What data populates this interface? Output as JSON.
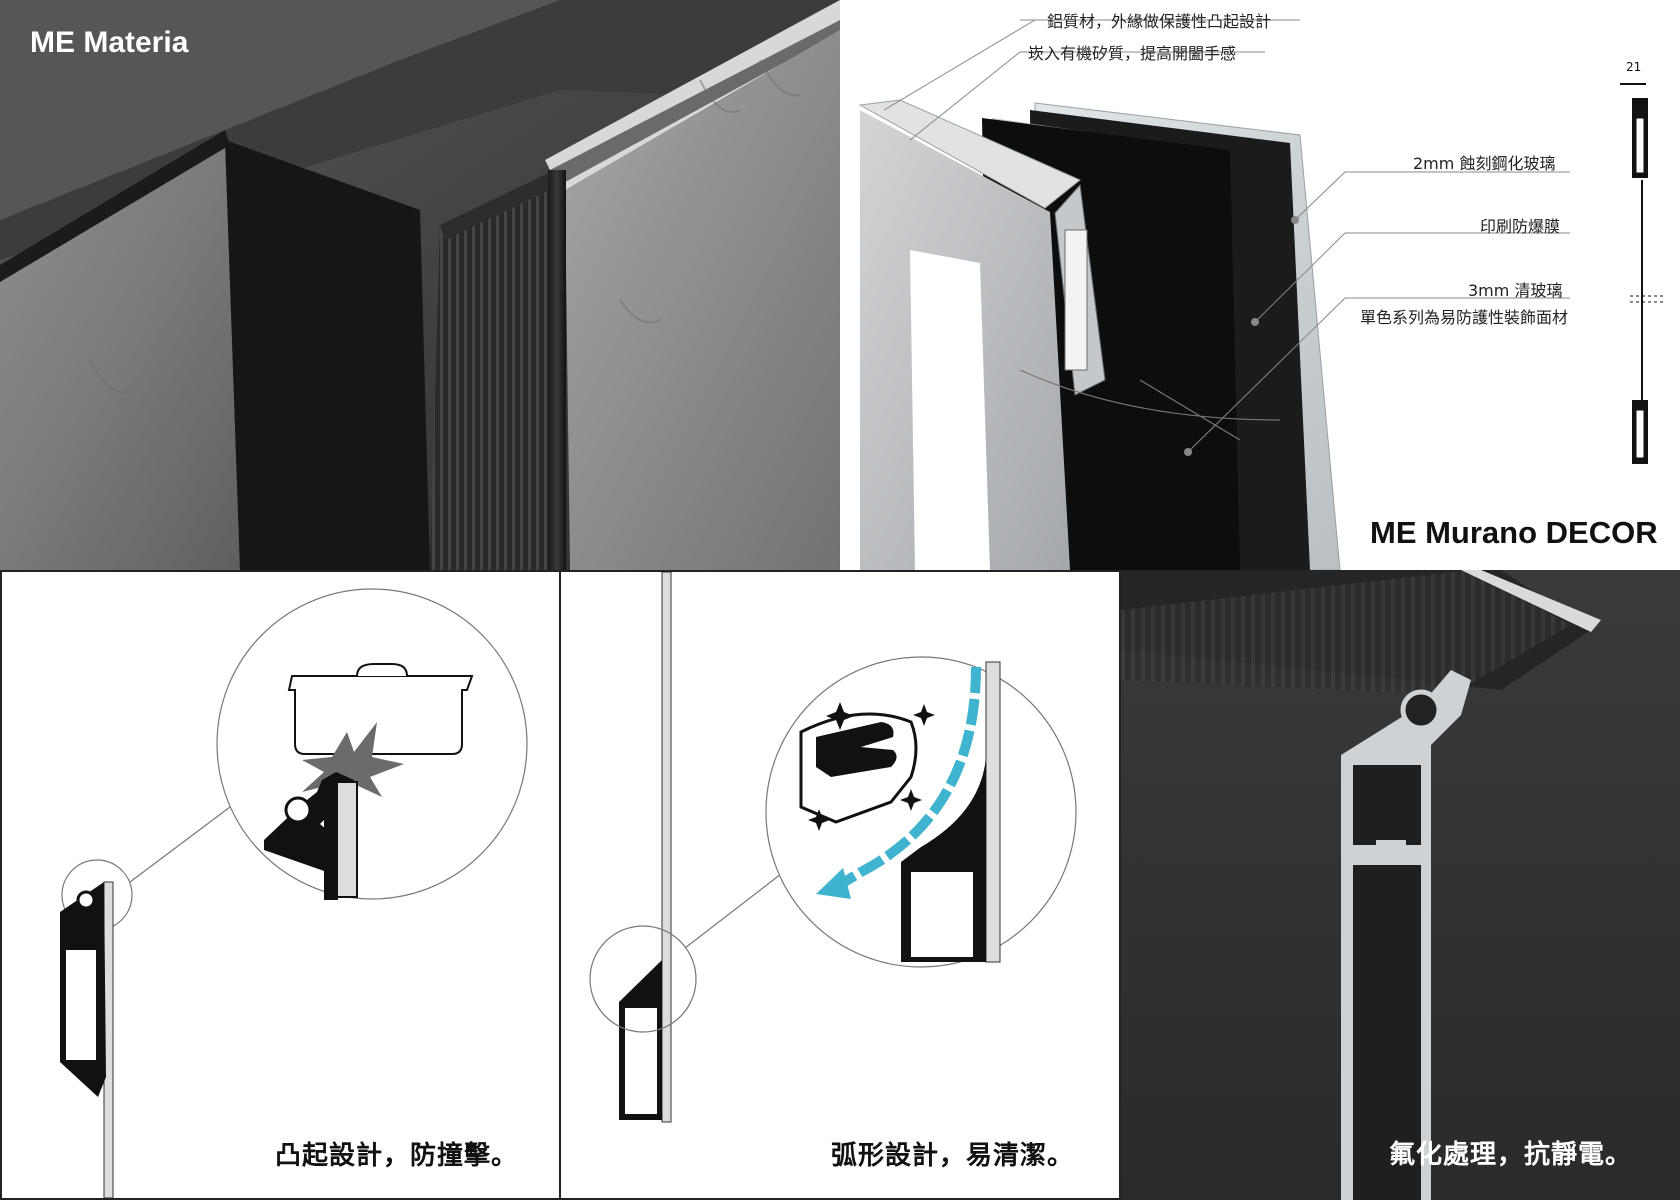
{
  "panels": {
    "materia": {
      "title": "ME Materia"
    },
    "murano": {
      "title": "ME Murano DECOR",
      "callouts": [
        "鋁質材，外緣做保護性凸起設計",
        "崁入有機矽質，提高開闔手感",
        "2mm 蝕刻鋼化玻璃",
        "印刷防爆膜",
        "3mm 清玻璃",
        "單色系列為易防護性裝飾面材"
      ],
      "dimension": "21"
    },
    "bumper": {
      "caption": "凸起設計，防撞擊。"
    },
    "curve": {
      "caption": "弧形設計，易清潔。"
    },
    "fluor": {
      "caption": "氟化處理，抗靜電。"
    }
  },
  "colors": {
    "accent_cyan": "#3fb3cf",
    "dark": "#1a1a1a",
    "stone": "#8a8a8a"
  },
  "icons": [
    "pot-icon",
    "impact-burst-icon",
    "hand-wipe-icon",
    "sparkle-icon",
    "arrow-curve-icon"
  ]
}
